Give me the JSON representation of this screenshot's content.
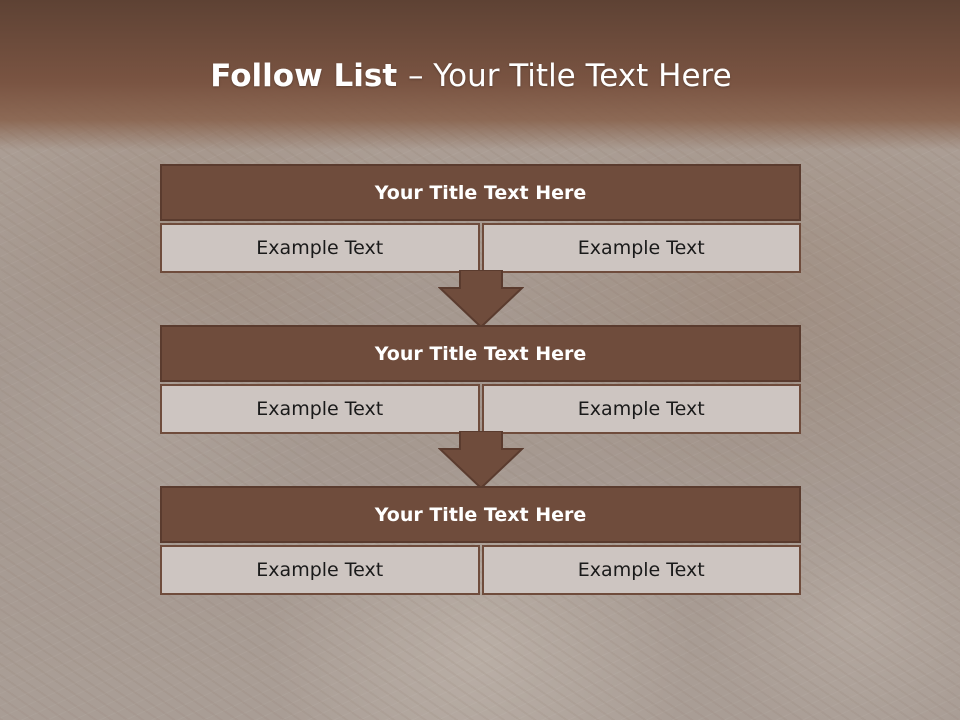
{
  "header": {
    "title_bold": "Follow List ",
    "title_rest": " – Your Title Text Here"
  },
  "blocks": [
    {
      "title": "Your Title Text Here",
      "left": "Example Text",
      "right": "Example Text"
    },
    {
      "title": "Your Title Text Here",
      "left": "Example Text",
      "right": "Example Text"
    },
    {
      "title": "Your Title Text Here",
      "left": "Example Text",
      "right": "Example Text"
    }
  ],
  "colors": {
    "header_band": "#6f4c3c",
    "block_title_fill": "#6f4c3c",
    "cell_fill": "#cdc5c1",
    "arrow_fill": "#6f4c3c"
  },
  "icons": [
    "down-arrow-icon",
    "down-arrow-icon"
  ]
}
